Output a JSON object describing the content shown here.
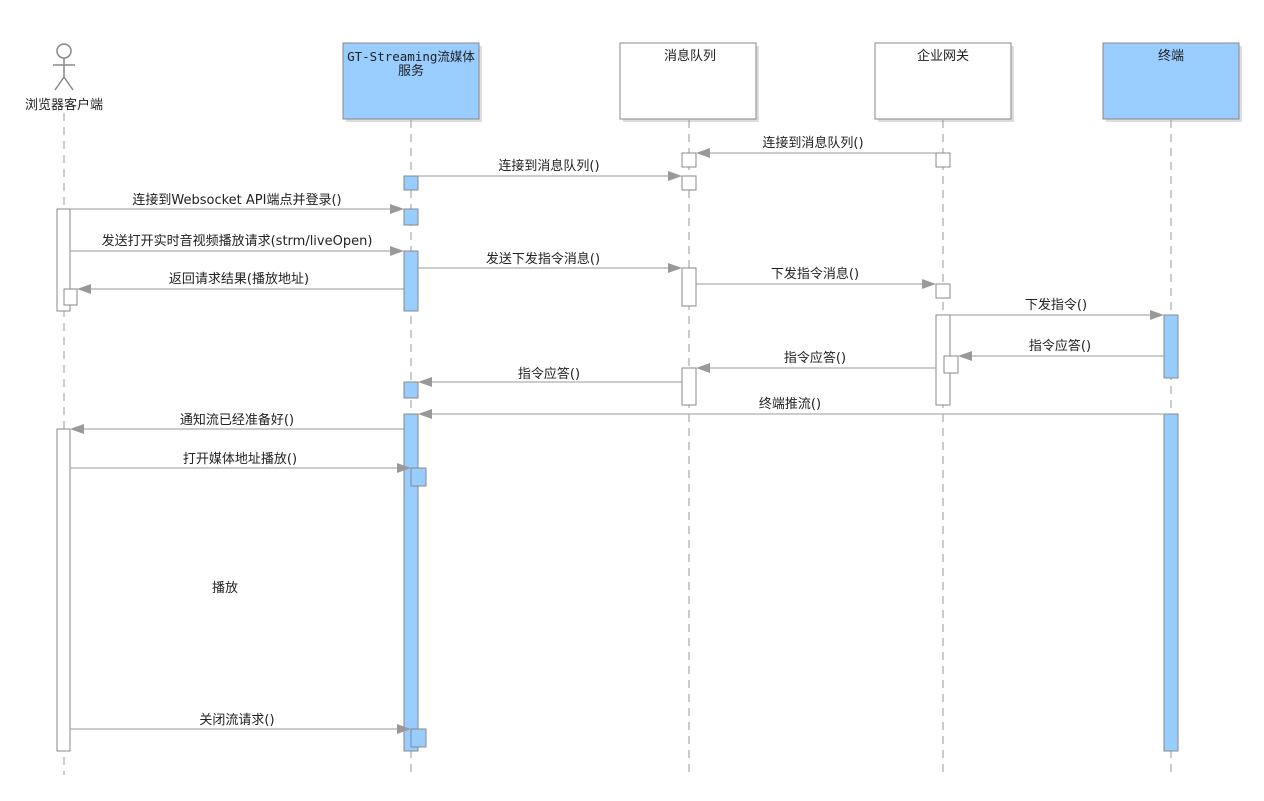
{
  "colors": {
    "accent": "#99ccff",
    "line": "#999999",
    "box_border": "#888888",
    "text": "#222222"
  },
  "participants": [
    {
      "id": "browser",
      "label": "浏览器客户端",
      "kind": "actor"
    },
    {
      "id": "gt",
      "label_line1": "GT-Streaming流媒体",
      "label_line2": "服务",
      "kind": "box",
      "highlight": true
    },
    {
      "id": "mq",
      "label": "消息队列",
      "kind": "box",
      "highlight": false
    },
    {
      "id": "gateway",
      "label": "企业网关",
      "kind": "box",
      "highlight": false
    },
    {
      "id": "terminal",
      "label": "终端",
      "kind": "box",
      "highlight": true
    }
  ],
  "messages": [
    {
      "id": "m1",
      "from": "gateway",
      "to": "mq",
      "label": "连接到消息队列()"
    },
    {
      "id": "m2",
      "from": "gt",
      "to": "mq",
      "label": "连接到消息队列()"
    },
    {
      "id": "m3",
      "from": "browser",
      "to": "gt",
      "label": "连接到Websocket API端点并登录()"
    },
    {
      "id": "m4",
      "from": "browser",
      "to": "gt",
      "label": "发送打开实时音视频播放请求(strm/liveOpen)"
    },
    {
      "id": "m5",
      "from": "gt",
      "to": "mq",
      "label": "发送下发指令消息()"
    },
    {
      "id": "m6",
      "from": "gt",
      "to": "browser",
      "label": "返回请求结果(播放地址)"
    },
    {
      "id": "m7",
      "from": "mq",
      "to": "gateway",
      "label": "下发指令消息()"
    },
    {
      "id": "m8",
      "from": "gateway",
      "to": "terminal",
      "label": "下发指令()"
    },
    {
      "id": "m9",
      "from": "terminal",
      "to": "gateway",
      "label": "指令应答()"
    },
    {
      "id": "m10",
      "from": "gateway",
      "to": "mq",
      "label": "指令应答()"
    },
    {
      "id": "m11",
      "from": "mq",
      "to": "gt",
      "label": "指令应答()"
    },
    {
      "id": "m12",
      "from": "terminal",
      "to": "gt",
      "label": "终端推流()"
    },
    {
      "id": "m13",
      "from": "gt",
      "to": "browser",
      "label": "通知流已经准备好()"
    },
    {
      "id": "m14",
      "from": "browser",
      "to": "gt",
      "label": "打开媒体地址播放()"
    },
    {
      "id": "m15",
      "from": "browser",
      "to": "gt",
      "label": "关闭流请求()"
    }
  ],
  "notes": [
    {
      "id": "n1",
      "label": "播放"
    }
  ]
}
